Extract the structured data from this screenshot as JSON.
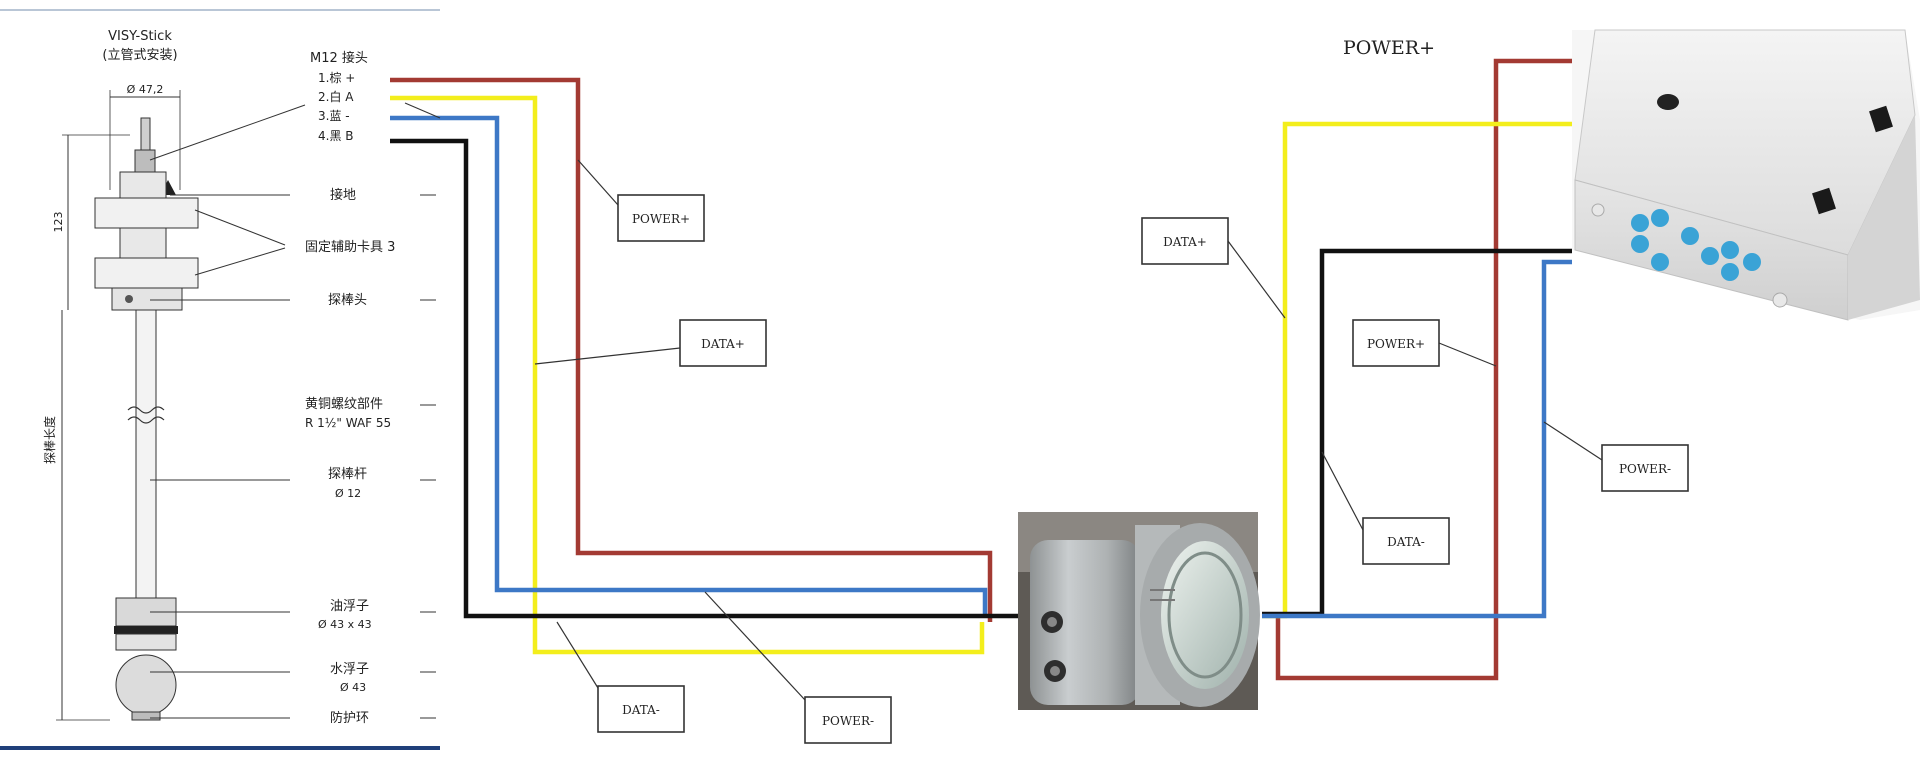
{
  "probe": {
    "title": "VISY-Stick",
    "subtitle": "(立管式安装)",
    "diameter_top": "Ø 47,2",
    "length_label": "123",
    "probe_length_label": "探棒长度"
  },
  "connector": {
    "title": "M12 接头",
    "pins": [
      "1.棕 +",
      "2.白 A",
      "3.蓝 -",
      "4.黑 B"
    ]
  },
  "parts": {
    "ground": "接地",
    "clamp": "固定辅助卡具 3",
    "probe_head": "探棒头",
    "thread_line1": "黄铜螺纹部件",
    "thread_line2": "R 1½\" WAF 55",
    "rod_line1": "探棒杆",
    "rod_line2": "Ø 12",
    "oil_float_line1": "油浮子",
    "oil_float_line2": "Ø 43 x 43",
    "water_float_line1": "水浮子",
    "water_float_line2": "Ø 43",
    "guard_ring": "防护环"
  },
  "wire_labels": {
    "left_power_plus": "POWER+",
    "left_data_plus": "DATA+",
    "left_data_minus": "DATA-",
    "left_power_minus": "POWER-",
    "right_power_plus_top": "POWER+",
    "right_data_plus": "DATA+",
    "right_power_plus": "POWER+",
    "right_data_minus": "DATA-",
    "right_power_minus": "POWER-"
  },
  "colors": {
    "brown": "#a33a33",
    "yellow": "#f3ee1c",
    "blue": "#3d78c6",
    "black": "#111111",
    "rule_top": "#b9c6d6",
    "rule_bottom": "#1f3f7a"
  },
  "icons": {
    "junction_box": "junction-box-icon",
    "control_box": "control-box-icon"
  }
}
